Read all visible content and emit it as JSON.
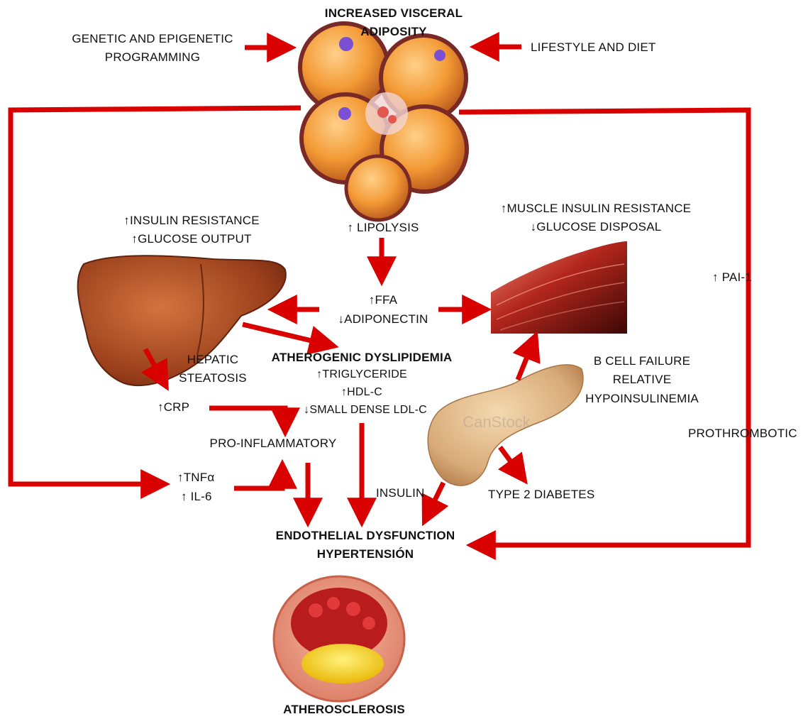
{
  "colors": {
    "arrow": "#d90000",
    "text": "#111111"
  },
  "labels": {
    "title_line1": "INCREASED VISCERAL",
    "title_line2": "ADIPOSITY",
    "genetic_line1": "GENETIC AND EPIGENETIC",
    "genetic_line2": "PROGRAMMING",
    "lifestyle": "LIFESTYLE AND DIET",
    "insulin_resistance": "↑INSULIN RESISTANCE",
    "glucose_output": "↑GLUCOSE OUTPUT",
    "lipolysis": "↑ LIPOLYSIS",
    "muscle_insulin_resistance": "↑MUSCLE INSULIN RESISTANCE",
    "glucose_disposal": "↓GLUCOSE DISPOSAL",
    "pai1": "↑ PAI-1",
    "ffa": "↑FFA",
    "adiponectin": "↓ADIPONECTIN",
    "hepatic": "HEPATIC",
    "steatosis": "STEATOSIS",
    "dyslipidemia": "ATHEROGENIC DYSLIPIDEMIA",
    "triglyceride": "↑TRIGLYCERIDE",
    "hdl": "↑HDL-C",
    "ldl": "↓SMALL DENSE LDL-C",
    "bcell_line1": "B CELL FAILURE",
    "bcell_line2": "RELATIVE",
    "bcell_line3": "HYPOINSULINEMIA",
    "crp": "↑CRP",
    "proinflammatory": "PRO-INFLAMMATORY",
    "prothrombotic": "PROTHROMBOTIC",
    "tnf": "↑TNFα",
    "il6": "↑ IL-6",
    "insulin": "INSULIN",
    "type2_diabetes": "TYPE 2 DIABETES",
    "endothelial": "ENDOTHELIAL DYSFUNCTION",
    "hypertension": "HYPERTENSIÓN",
    "atherosclerosis": "ATHEROSCLEROSIS",
    "watermark": "CanStock"
  }
}
